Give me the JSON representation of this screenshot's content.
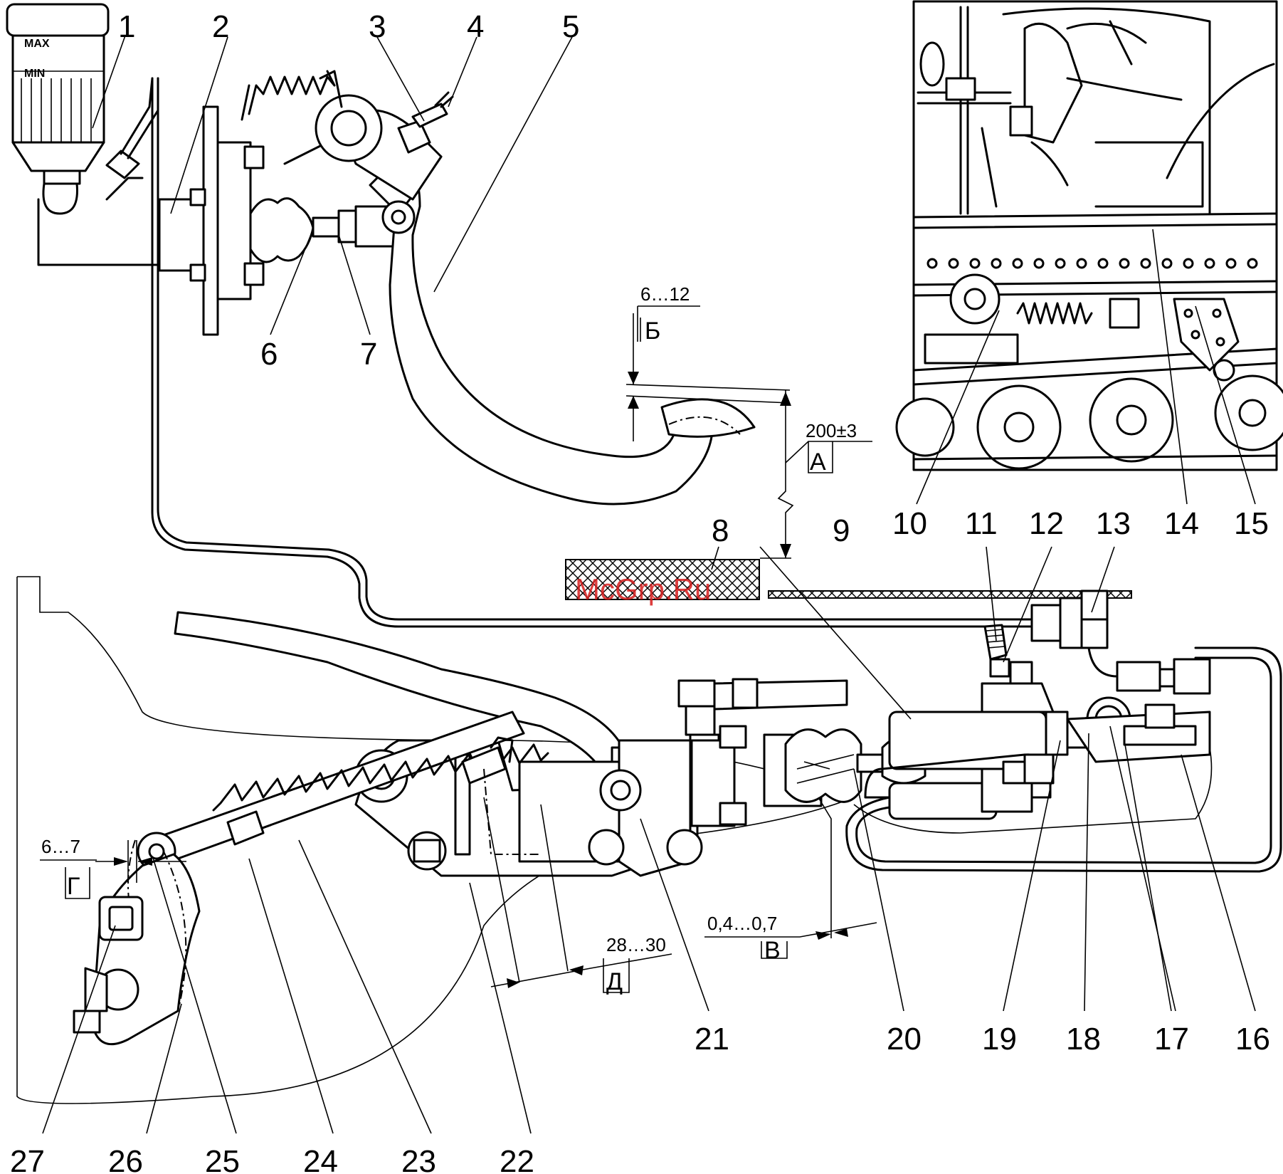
{
  "callouts": [
    "1",
    "2",
    "3",
    "4",
    "5",
    "6",
    "7",
    "8",
    "9",
    "10",
    "11",
    "12",
    "13",
    "14",
    "15",
    "16",
    "17",
    "18",
    "19",
    "20",
    "21",
    "22",
    "23",
    "24",
    "25",
    "26",
    "27"
  ],
  "dimensions": {
    "b_value": "6…12",
    "b_letter": "Б",
    "a_value": "200±3",
    "a_letter": "А",
    "g_value": "6…7",
    "g_letter": "Г",
    "v_value": "0,4…0,7",
    "v_letter": "В",
    "d_value": "28…30",
    "d_letter": "Д"
  },
  "reservoir": {
    "max_label": "MAX",
    "min_label": "MIN"
  },
  "watermark": "McGrp.Ru"
}
